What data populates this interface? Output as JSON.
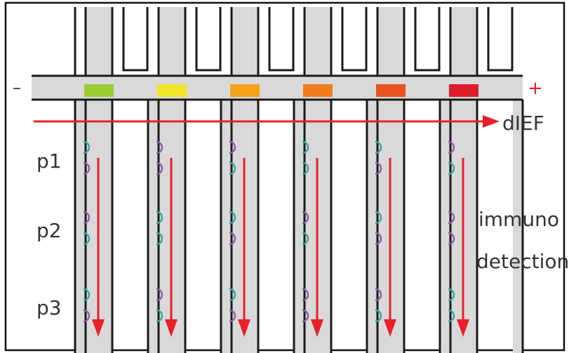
{
  "labels": {
    "minus": "–",
    "plus": "+",
    "direction": "dIEF",
    "p1": "p1",
    "p2": "p2",
    "p3": "p3",
    "detection_line1": "immuno",
    "detection_line2": "detection"
  },
  "channel_band_colors": [
    "#9acd32",
    "#f2e42a",
    "#f5a21b",
    "#f07e1e",
    "#e8541f",
    "#e01b2a"
  ],
  "colors": {
    "wall": "#1a1a1a",
    "channel_fill": "#d9d9d9",
    "arrow": "#e8202a",
    "bead_teal": "#3aa79a",
    "bead_purple": "#8b5fa8"
  }
}
